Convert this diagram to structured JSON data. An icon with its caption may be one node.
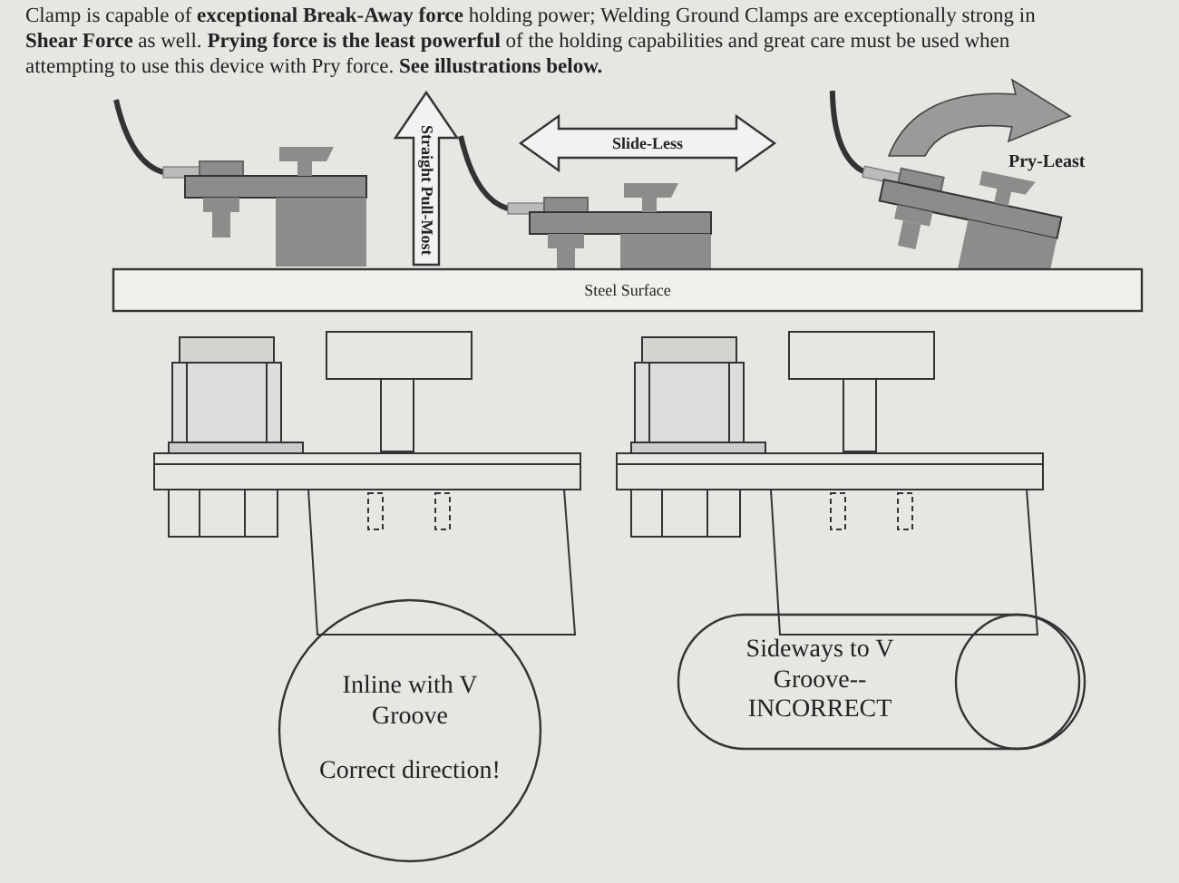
{
  "diagram": {
    "nodes": [
      {
        "text": [
          "Straight Pull-Most"
        ]
      },
      {
        "text": [
          "Slide-Less"
        ]
      },
      {
        "text": [
          "Steel Surface"
        ]
      },
      {
        "text": [
          "Inline with V Groove",
          "Correct direction!"
        ]
      },
      {
        "text": [
          "Sideways to V Groove--INCORRECT"
        ]
      }
    ],
    "edges": [],
    "labels": [
      "Clamp is capable of **exceptional Break-Away force** holding power; Welding Ground Clamps are exceptionally strong in **Shear Force** as well. **Prying force is the least powerful** of the holding capabilities and great care must be used when attempting to use this device with Pry force. **See illustrations below.**",
      "Pry-Least"
    ]
  }
}
